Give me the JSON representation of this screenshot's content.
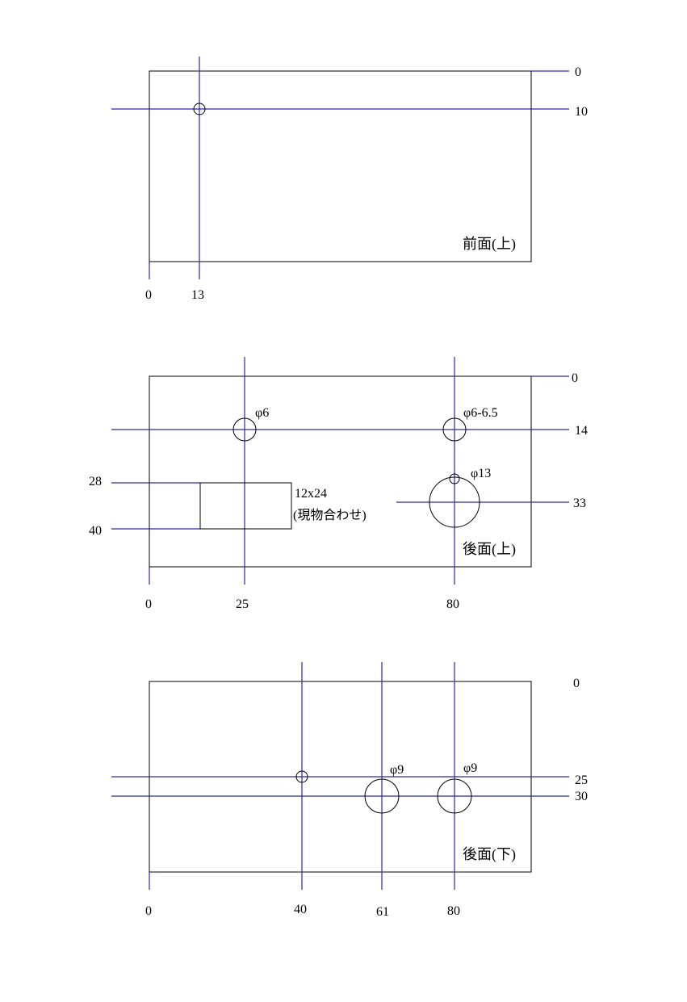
{
  "colors": {
    "guide": "#2a2aa8",
    "outline": "#000000",
    "background": "#ffffff"
  },
  "panels": [
    {
      "id": "front-top",
      "name": "前面(上)",
      "x_marks": [
        "0",
        "13"
      ],
      "y_marks": [
        "0",
        "10"
      ],
      "notes": []
    },
    {
      "id": "rear-top",
      "name": "後面(上)",
      "x_marks": [
        "0",
        "25",
        "80"
      ],
      "y_marks": [
        "0",
        "14",
        "33"
      ],
      "left_marks": [
        "28",
        "40"
      ],
      "notes": [
        "φ6",
        "φ6-6.5",
        "φ13",
        "12x24",
        "(現物合わせ)"
      ]
    },
    {
      "id": "rear-bottom",
      "name": "後面(下)",
      "x_marks": [
        "0",
        "40",
        "61",
        "80"
      ],
      "y_marks": [
        "0",
        "25",
        "30"
      ],
      "notes": [
        "φ9",
        "φ9"
      ]
    }
  ]
}
